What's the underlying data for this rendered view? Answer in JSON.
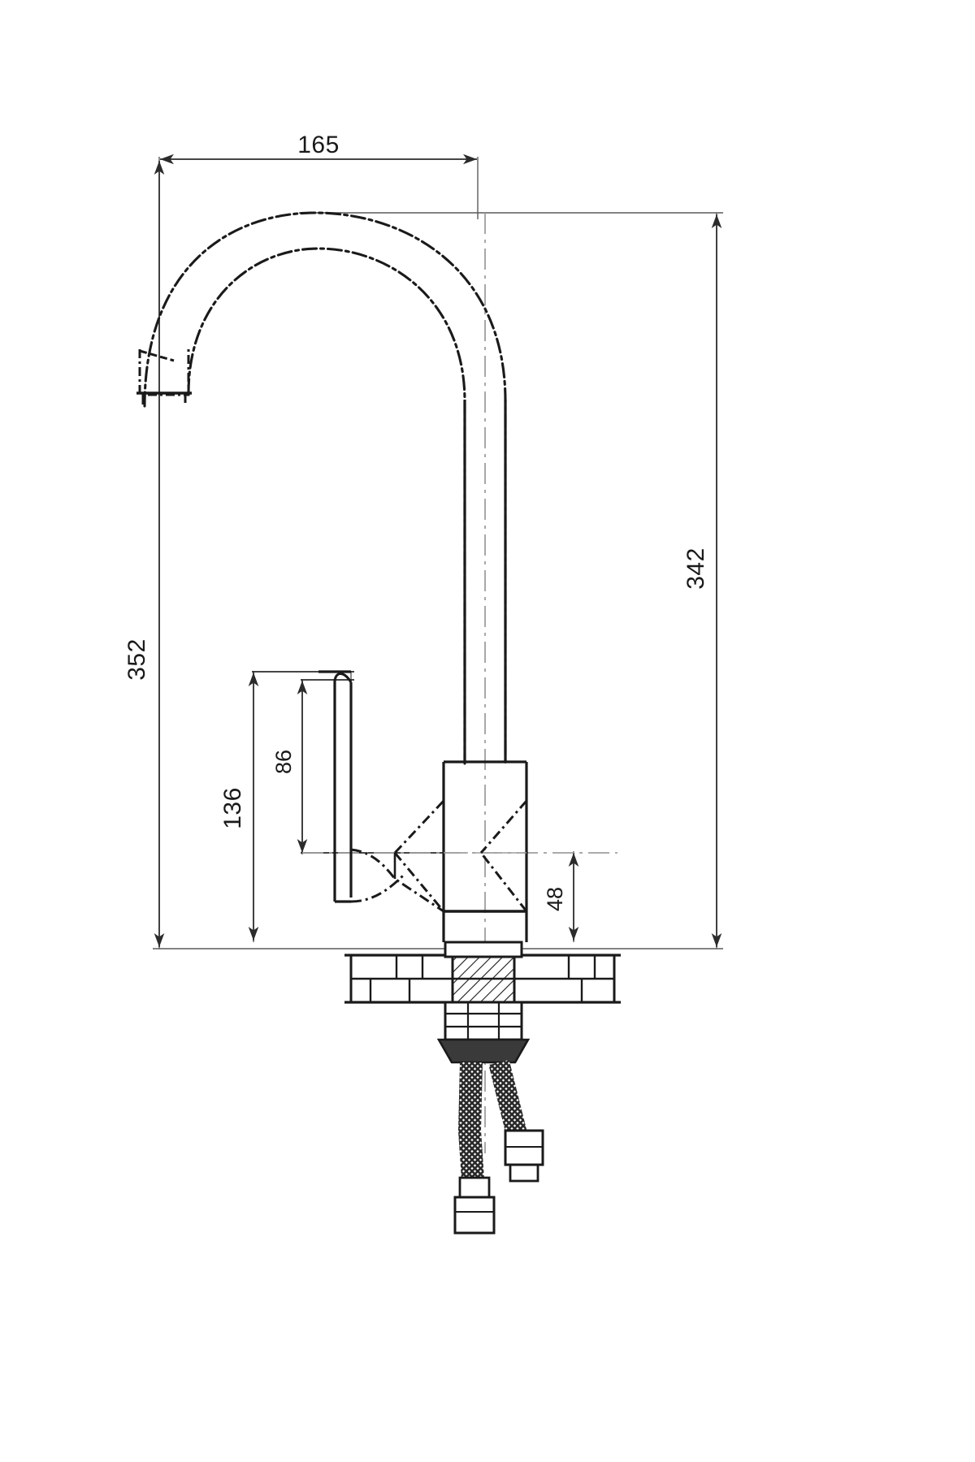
{
  "drawing": {
    "title": "Kitchen Faucet Technical Dimension Drawing",
    "units": "mm",
    "background_color": "#ffffff",
    "line_color": "#1a1a1a",
    "dimension_line_color": "#3c3c3c",
    "centerline_color": "#9a9a9a"
  },
  "dimensions": {
    "spout_reach": "165",
    "overall_height": "352",
    "spout_height": "342",
    "handle_span": "136",
    "handle_height": "86",
    "base_offset": "48"
  },
  "parts": {
    "spout_arc": "gooseneck-spout",
    "outlet": "aerator-outlet",
    "riser": "vertical-riser-tube",
    "handle": "lever-handle",
    "valve_body": "valve-body",
    "deck_plate": "deck-mounting-plate",
    "shank": "threaded-shank",
    "lock_nut": "lock-nut",
    "hose_hot": "braided-supply-hose-left",
    "hose_cold": "braided-supply-hose-right",
    "fitting_left": "hose-fitting-left",
    "fitting_right": "hose-fitting-right"
  }
}
